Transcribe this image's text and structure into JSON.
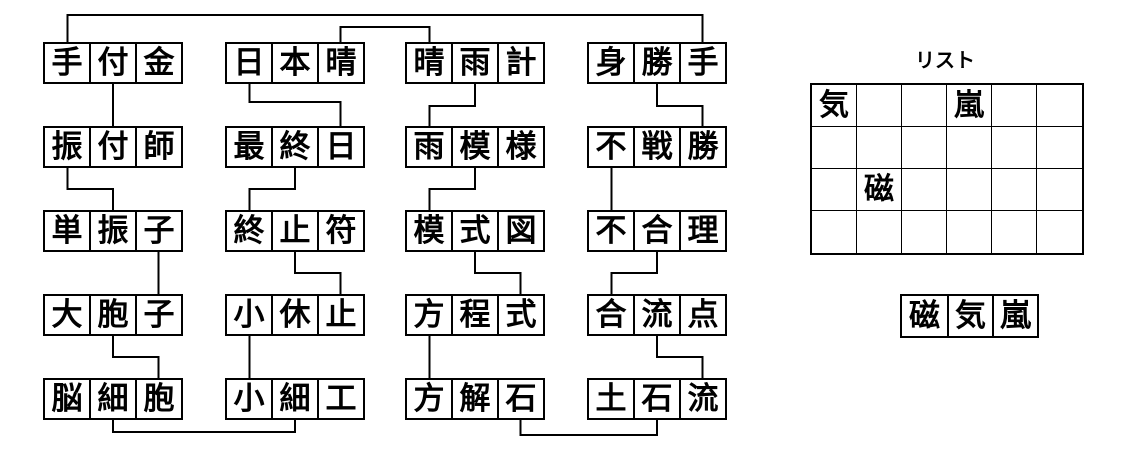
{
  "list": {
    "title": "リスト",
    "rows": 4,
    "columns": 6,
    "cells": [
      [
        "気",
        "",
        "",
        "嵐",
        "",
        ""
      ],
      [
        "",
        "",
        "",
        "",
        "",
        ""
      ],
      [
        "",
        "磁",
        "",
        "",
        "",
        ""
      ],
      [
        "",
        "",
        "",
        "",
        "",
        ""
      ]
    ]
  },
  "answer": {
    "chars": [
      "磁",
      "気",
      "嵐"
    ]
  },
  "puzzle": {
    "columns": [
      {
        "words": [
          "手付金",
          "振付師",
          "単振子",
          "大胞子",
          "脳細胞"
        ]
      },
      {
        "words": [
          "日本晴",
          "最終日",
          "終止符",
          "小休止",
          "小細工"
        ]
      },
      {
        "words": [
          "晴雨計",
          "雨模様",
          "模式図",
          "方程式",
          "方解石"
        ]
      },
      {
        "words": [
          "身勝手",
          "不戦勝",
          "不合理",
          "合流点",
          "土石流"
        ]
      }
    ],
    "connections": [
      {
        "from": [
          0,
          0,
          0
        ],
        "fromSide": "top",
        "to": [
          3,
          0,
          2
        ],
        "toSide": "top",
        "viaY": 15,
        "shared": "手"
      },
      {
        "from": [
          1,
          0,
          2
        ],
        "fromSide": "top",
        "to": [
          2,
          0,
          0
        ],
        "toSide": "top",
        "viaY": 27,
        "shared": "晴"
      },
      {
        "from": [
          0,
          0,
          1
        ],
        "fromSide": "bottom",
        "to": [
          0,
          1,
          1
        ],
        "toSide": "top",
        "viaY": 105,
        "shared": "付"
      },
      {
        "from": [
          0,
          1,
          0
        ],
        "fromSide": "bottom",
        "to": [
          0,
          2,
          1
        ],
        "toSide": "top",
        "viaY": 189,
        "shared": "振"
      },
      {
        "from": [
          0,
          2,
          2
        ],
        "fromSide": "bottom",
        "to": [
          0,
          3,
          2
        ],
        "toSide": "top",
        "viaY": 273,
        "shared": "子"
      },
      {
        "from": [
          0,
          3,
          1
        ],
        "fromSide": "bottom",
        "to": [
          0,
          4,
          2
        ],
        "toSide": "top",
        "viaY": 357,
        "shared": "胞"
      },
      {
        "from": [
          0,
          4,
          1
        ],
        "fromSide": "bottom",
        "to": [
          1,
          4,
          1
        ],
        "toSide": "bottom",
        "viaY": 432,
        "shared": "細"
      },
      {
        "from": [
          1,
          0,
          0
        ],
        "fromSide": "bottom",
        "to": [
          1,
          1,
          2
        ],
        "toSide": "top",
        "viaY": 102,
        "shared": "日"
      },
      {
        "from": [
          1,
          1,
          1
        ],
        "fromSide": "bottom",
        "to": [
          1,
          2,
          0
        ],
        "toSide": "top",
        "viaY": 189,
        "shared": "終"
      },
      {
        "from": [
          1,
          2,
          1
        ],
        "fromSide": "bottom",
        "to": [
          1,
          3,
          2
        ],
        "toSide": "top",
        "viaY": 273,
        "shared": "止"
      },
      {
        "from": [
          1,
          3,
          0
        ],
        "fromSide": "bottom",
        "to": [
          1,
          4,
          0
        ],
        "toSide": "top",
        "viaY": 357,
        "shared": "小"
      },
      {
        "from": [
          2,
          0,
          1
        ],
        "fromSide": "bottom",
        "to": [
          2,
          1,
          0
        ],
        "toSide": "top",
        "viaY": 106,
        "shared": "雨"
      },
      {
        "from": [
          2,
          1,
          1
        ],
        "fromSide": "bottom",
        "to": [
          2,
          2,
          0
        ],
        "toSide": "top",
        "viaY": 189,
        "shared": "模"
      },
      {
        "from": [
          2,
          2,
          1
        ],
        "fromSide": "bottom",
        "to": [
          2,
          3,
          2
        ],
        "toSide": "top",
        "viaY": 273,
        "shared": "式"
      },
      {
        "from": [
          2,
          3,
          0
        ],
        "fromSide": "bottom",
        "to": [
          2,
          4,
          0
        ],
        "toSide": "top",
        "viaY": 357,
        "shared": "方"
      },
      {
        "from": [
          2,
          4,
          2
        ],
        "fromSide": "bottom",
        "to": [
          3,
          4,
          1
        ],
        "toSide": "bottom",
        "viaY": 435,
        "shared": "石"
      },
      {
        "from": [
          3,
          0,
          1
        ],
        "fromSide": "bottom",
        "to": [
          3,
          1,
          2
        ],
        "toSide": "top",
        "viaY": 106,
        "shared": "勝"
      },
      {
        "from": [
          3,
          1,
          0
        ],
        "fromSide": "bottom",
        "to": [
          3,
          2,
          0
        ],
        "toSide": "top",
        "viaY": 189,
        "shared": "不"
      },
      {
        "from": [
          3,
          2,
          1
        ],
        "fromSide": "bottom",
        "to": [
          3,
          3,
          0
        ],
        "toSide": "top",
        "viaY": 273,
        "shared": "合"
      },
      {
        "from": [
          3,
          3,
          1
        ],
        "fromSide": "bottom",
        "to": [
          3,
          4,
          2
        ],
        "toSide": "top",
        "viaY": 357,
        "shared": "流"
      }
    ]
  },
  "colors": {
    "line": "#000000",
    "text": "#000000",
    "background": "#ffffff"
  }
}
